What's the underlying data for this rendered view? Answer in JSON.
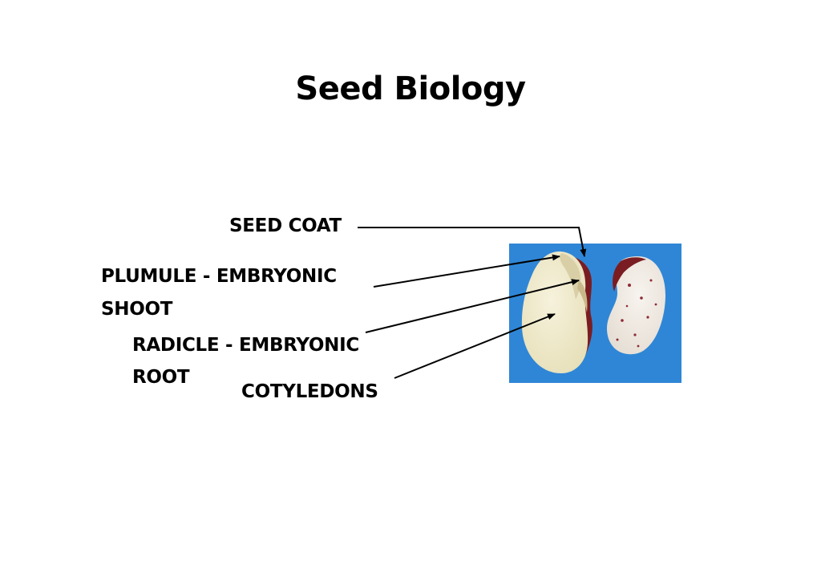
{
  "title": "Seed Biology",
  "labels": {
    "seed_coat": "SEED COAT",
    "plumule_line1": "PLUMULE - EMBRYONIC",
    "plumule_line2": "SHOOT",
    "radicle_line1": "RADICLE - EMBRYONIC",
    "radicle_line2": "ROOT",
    "cotyledons": "COTYLEDONS"
  },
  "colors": {
    "background": "#ffffff",
    "photo_background": "#2f86d6",
    "seed_interior": "#f1ecd0",
    "seed_coat": "#7a1d22",
    "leader_line": "#000000"
  }
}
